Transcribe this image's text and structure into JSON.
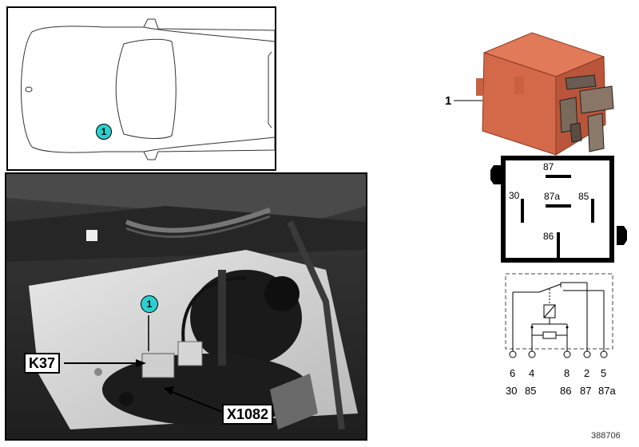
{
  "callout_number": "1",
  "part_label": "1",
  "photo_labels": {
    "k37": "K37",
    "x1082": "X1082"
  },
  "pin_labels_box": [
    "87",
    "30",
    "87a",
    "85",
    "86"
  ],
  "terminal_numbers": [
    "6",
    "4",
    "8",
    "2",
    "5"
  ],
  "terminal_names": [
    "30",
    "85",
    "86",
    "87",
    "87a"
  ],
  "diagram_id": "388706",
  "colors": {
    "callout": "#2ecfcf",
    "relay_body": "#d4694a"
  }
}
